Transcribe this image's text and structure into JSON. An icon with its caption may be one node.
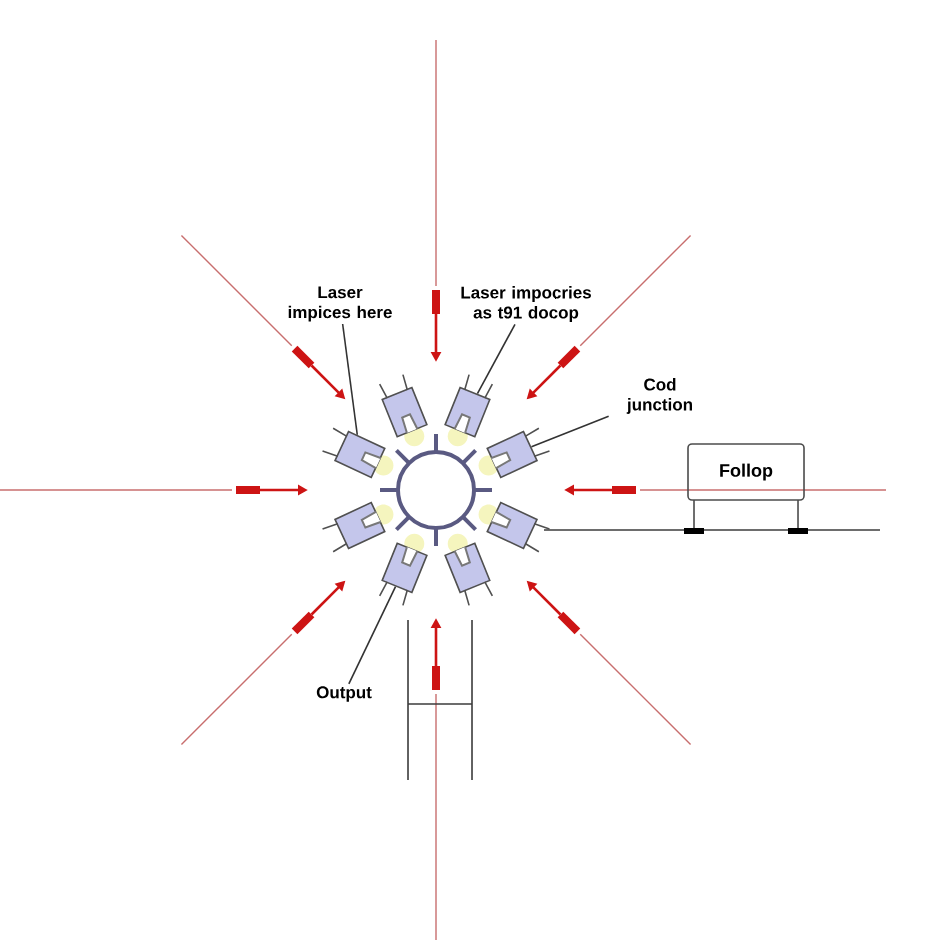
{
  "diagram": {
    "nodes": [
      {
        "text": [
          "Laser impices here"
        ]
      },
      {
        "text": [
          "Laser impocries as t91 docop"
        ]
      },
      {
        "text": [
          "Cod junction"
        ]
      },
      {
        "text": [
          "Output"
        ]
      },
      {
        "text": [
          "Follop"
        ]
      },
      {
        "text": [],
        "shape": "box"
      },
      {
        "text": [],
        "shape": "box"
      },
      {
        "text": [],
        "shape": "box"
      },
      {
        "text": [],
        "shape": "box"
      },
      {
        "text": [],
        "shape": "box"
      },
      {
        "text": [],
        "shape": "box"
      },
      {
        "text": [],
        "shape": "box"
      },
      {
        "text": [],
        "shape": "box"
      }
    ],
    "edges": [
      {
        "from": 0,
        "to": 7,
        "arrow": "none"
      },
      {
        "from": 1,
        "to": 6,
        "arrow": "none"
      },
      {
        "from": 2,
        "to": 8,
        "arrow": "none"
      },
      {
        "from": 3,
        "to": 11,
        "arrow": "none"
      }
    ]
  }
}
